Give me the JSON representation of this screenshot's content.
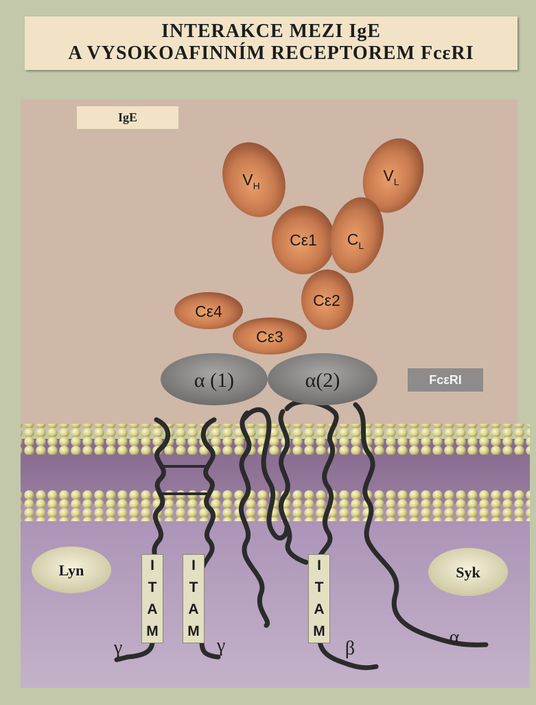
{
  "title": {
    "line1": "INTERAKCE MEZI IgE",
    "line2": "A VYSOKOAFINNÍM RECEPTOREM FcεRI"
  },
  "ige_label": "IgE",
  "receptor_label": "FcεRI",
  "domains": {
    "vh": "V",
    "vh_sub": "H",
    "vl": "V",
    "vl_sub": "L",
    "ce1": "Cε1",
    "cl": "C",
    "cl_sub": "L",
    "ce2": "Cε2",
    "ce3": "Cε3",
    "ce4": "Cε4"
  },
  "alpha_domains": [
    "α (1)",
    "α(2)"
  ],
  "kinases": [
    "Lyn",
    "Syk"
  ],
  "itam_letters": [
    "I",
    "T",
    "A",
    "M"
  ],
  "chains": [
    "γ",
    "γ",
    "β",
    "α"
  ],
  "colors": {
    "background": "#c3c8aa",
    "extracellular": "#cfb8a8",
    "cytoplasm": "#b49cbd",
    "ige_domain": "#c87a4f",
    "alpha_domain": "#858383",
    "lipid_head": "#ddd79a",
    "chain": "#2b2b2b"
  }
}
